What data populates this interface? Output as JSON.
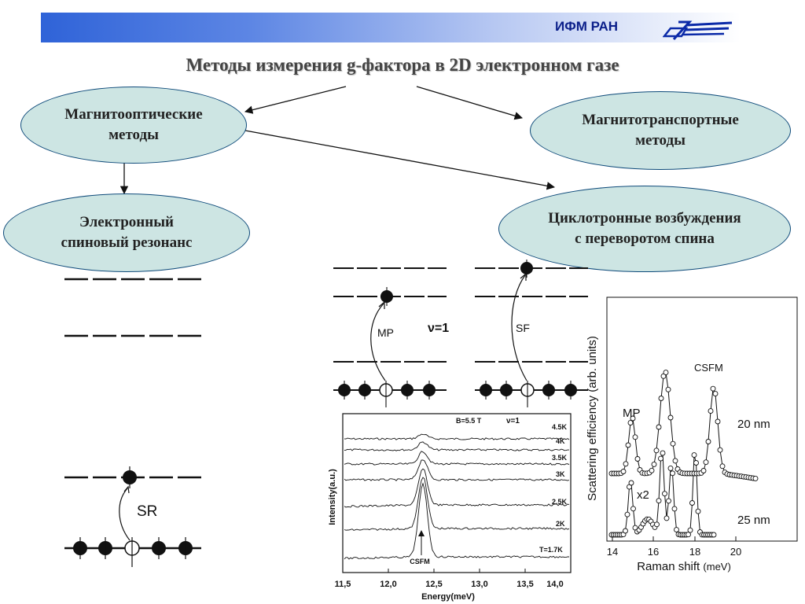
{
  "header": {
    "org": "ИФМ РАН",
    "logo_icon": "ifm-ras-logo-icon"
  },
  "title": "Методы измерения g-фактора в 2D электронном газе",
  "ovals": {
    "magnetooptic": [
      "Магнитооптические",
      "методы"
    ],
    "magnetotransport": [
      "Магнитотранспортные",
      "методы"
    ],
    "esr": [
      "Электронный",
      "спиновый резонанс"
    ],
    "cyclotron": [
      "Циклотронные возбуждения",
      "с переворотом спина"
    ]
  },
  "diagrams": {
    "sr_label": "SR",
    "mp_label": "MP",
    "sf_label": "SF",
    "nu_label": "ν=1"
  },
  "spectrum": {
    "field_label": "B=5.5 T",
    "nu_label": "ν=1",
    "csfm_label": "CSFM",
    "temperatures": [
      "4.5K",
      "4K",
      "3.5K",
      "3K",
      "2.5K",
      "2K",
      "T=1.7K"
    ],
    "x_ticks": [
      "11,5",
      "12,0",
      "12,5",
      "13,0",
      "13,5",
      "14,0"
    ],
    "xlabel": "Energy(meV)",
    "ylabel": "Intensity(a.u.)"
  },
  "raman": {
    "ylabel": "Scattering efficiency  (arb. units)",
    "xlabel": "Raman shift",
    "xunit": "(meV)",
    "x_ticks": [
      "14",
      "16",
      "18",
      "20"
    ],
    "mp_label": "MP",
    "csfm_label": "CSFM",
    "x2_label": "x2",
    "nm20_label": "20 nm",
    "nm25_label": "25 nm"
  },
  "colors": {
    "oval_fill": "#cde5e3",
    "oval_border": "#0e4a7a",
    "header_start": "#2f63d8",
    "org_text": "#0b1f8a"
  }
}
